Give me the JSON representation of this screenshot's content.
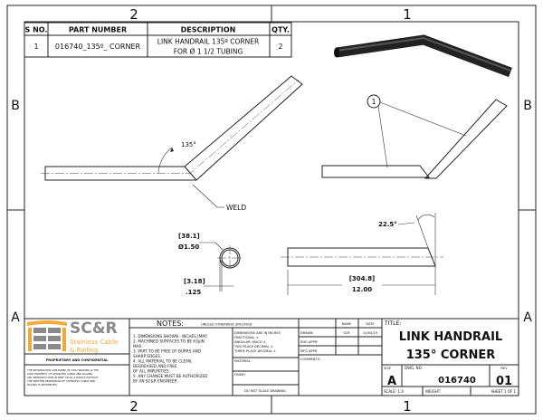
{
  "zones": {
    "top": [
      "2",
      "1"
    ],
    "bottom": [
      "2",
      "1"
    ],
    "left": [
      "B",
      "A"
    ],
    "right": [
      "B",
      "A"
    ]
  },
  "bom": {
    "headers": [
      "S NO.",
      "PART NUMBER",
      "DESCRIPTION",
      "QTY."
    ],
    "rows": [
      {
        "sno": "1",
        "part": "016740_135º_ CORNER",
        "desc1": "LINK HANDRAIL 135º CORNER",
        "desc2": "FOR Ø 1 1/2 TUBING",
        "qty": "2"
      }
    ]
  },
  "views": {
    "angle_label": "135°",
    "weld_label": "WELD",
    "balloon": "1",
    "diameter_mm": "[38.1]",
    "diameter_in": "Ø1.50",
    "wall_mm": "[3.18]",
    "wall_in": ".125",
    "cut_angle": "22.5°",
    "length_mm": "[304.8]",
    "length_in": "12.00"
  },
  "logo": {
    "name": "SC&R",
    "line1": "Stainless Cable",
    "line2": "& Railing",
    "orange": "#f2a93b",
    "gray": "#8a8a8a"
  },
  "titleblock": {
    "proprietary": "PROPRIETARY AND CONFIDENTIAL",
    "confidential_text": [
      "THE INFORMATION CONTAINED IN THIS DRAWING IS THE",
      "SOLE PROPERTY OF STAINLESS CABLE AND RAILING.",
      "ANY REPRODUCTION IN PART OR AS A WHOLE WITHOUT",
      "THE WRITTEN PERMISSION OF STAINLESS CABLE AND",
      "RAILING IS PROHIBITED."
    ],
    "notes_title": "NOTES:",
    "notes_sub": "UNLESS OTHERWISE SPECIFIED",
    "notes": [
      "1. DIMENSIONS SHOWN - INCHES [MM]",
      "2. MACHINED SURFACES TO BE 63μIN",
      "MAX.",
      "3. PART TO BE FREE OF BURRS AND",
      "SHARP EDGES.",
      "4. ALL MATERIAL TO BE CLEAN,",
      "DEGREASED AND FREE",
      "OF ALL IMPURITIES.",
      "5. ANY CHANGE MUST BE AUTHORIZED",
      "BY AN SC&R ENGINEER."
    ],
    "dims": [
      "DIMENSIONS ARE IN INCHES",
      "FRACTIONAL     ±",
      "ANGULAR: MACH   ±",
      "TWO PLACE DECIMAL  ±",
      "THREE PLACE DECIMAL ±"
    ],
    "material": "MATERIAL",
    "finish": "FINISH",
    "no_scale": "DO NOT SCALE DRAWING",
    "name_hdr": "NAME",
    "date_hdr": "DATE",
    "drawn": "DRAWN",
    "drawn_name": "SCR",
    "drawn_date": "10/04/19",
    "eng": "ENG APPR.",
    "mfg": "MFG APPR.",
    "comments": "COMMENTS:",
    "title_label": "TITLE:",
    "title1": "LINK HANDRAIL",
    "title2": "135° CORNER",
    "size_label": "SIZE",
    "size": "A",
    "dwg_label": "DWG.  NO.",
    "dwg": "016740",
    "rev_label": "REV",
    "rev": "01",
    "scale": "SCALE: 1:4",
    "weight": "WEIGHT:",
    "sheet": "SHEET 1 OF 1"
  }
}
